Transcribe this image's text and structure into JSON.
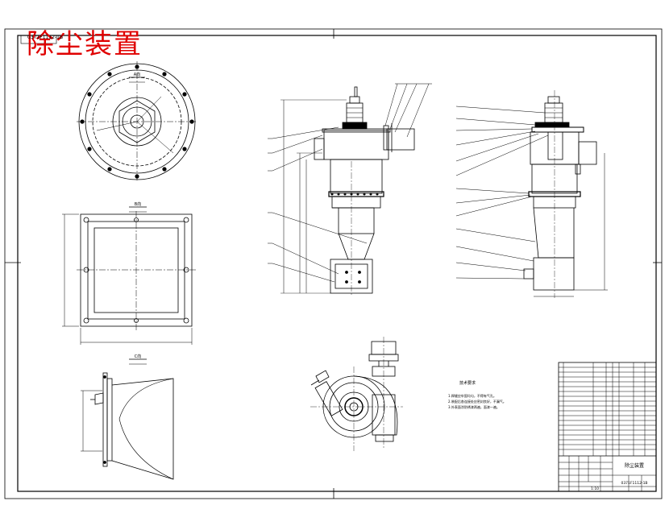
{
  "drawing": {
    "title": "除尘装置",
    "corner_note": "0371F1112-1B",
    "notes_heading": "技术要求",
    "notes": [
      "1.焊缝应牢固均匀，不得有气孔。",
      "2.装配后各连接处应密封良好，不漏气。",
      "3.外表面涂防锈漆两遍，面漆一遍。"
    ],
    "view_labels": [
      "A向",
      "B向",
      "C向"
    ],
    "title_block": {
      "name": "除尘装置",
      "drawing_no": "0371F1112-1B",
      "scale": "1:10"
    }
  },
  "colors": {
    "line": "#000000",
    "title": "#e00000",
    "background": "#ffffff"
  }
}
